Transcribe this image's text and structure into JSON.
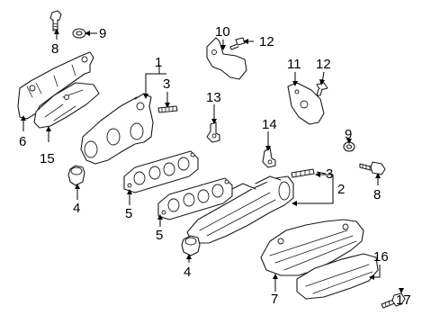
{
  "diagram": {
    "callouts": [
      {
        "id": "c1",
        "label": "1"
      },
      {
        "id": "c2",
        "label": "2"
      },
      {
        "id": "c3a",
        "label": "3"
      },
      {
        "id": "c3b",
        "label": "3"
      },
      {
        "id": "c4a",
        "label": "4"
      },
      {
        "id": "c4b",
        "label": "4"
      },
      {
        "id": "c5a",
        "label": "5"
      },
      {
        "id": "c5b",
        "label": "5"
      },
      {
        "id": "c6",
        "label": "6"
      },
      {
        "id": "c7",
        "label": "7"
      },
      {
        "id": "c8a",
        "label": "8"
      },
      {
        "id": "c8b",
        "label": "8"
      },
      {
        "id": "c9a",
        "label": "9"
      },
      {
        "id": "c9b",
        "label": "9"
      },
      {
        "id": "c10",
        "label": "10"
      },
      {
        "id": "c11",
        "label": "11"
      },
      {
        "id": "c12a",
        "label": "12"
      },
      {
        "id": "c12b",
        "label": "12"
      },
      {
        "id": "c13",
        "label": "13"
      },
      {
        "id": "c14",
        "label": "14"
      },
      {
        "id": "c15",
        "label": "15"
      },
      {
        "id": "c16",
        "label": "16"
      },
      {
        "id": "c17",
        "label": "17"
      }
    ]
  }
}
